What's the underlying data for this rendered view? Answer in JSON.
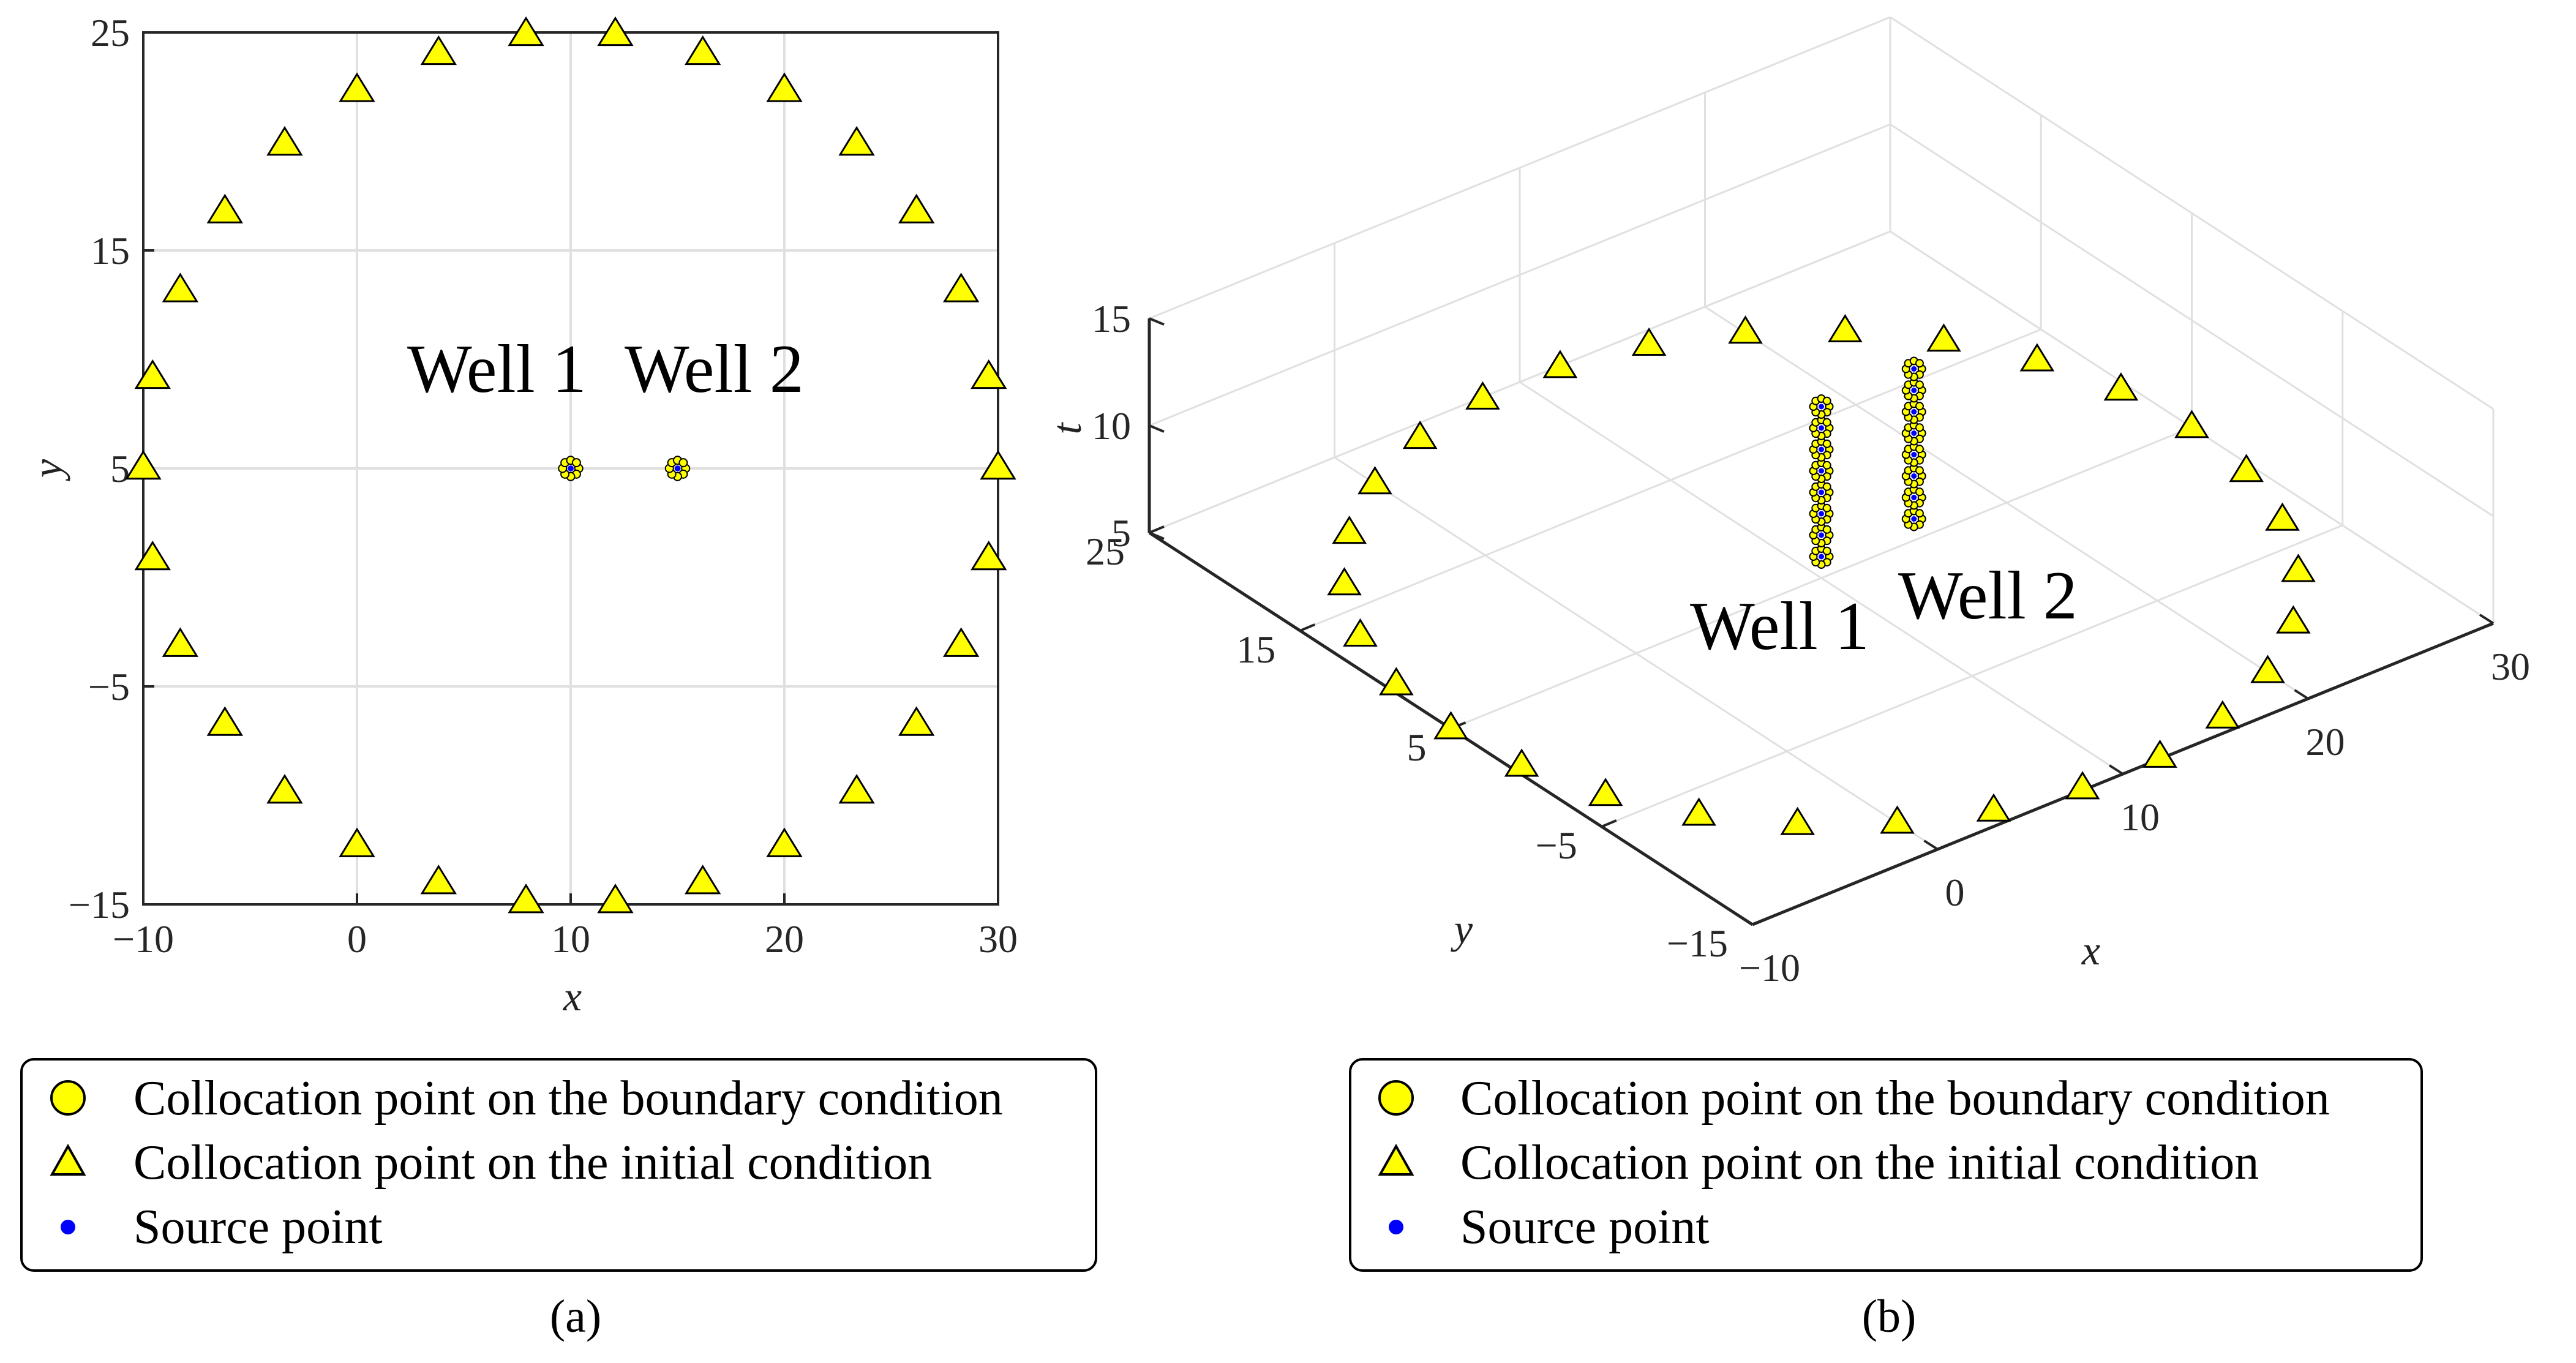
{
  "figure": {
    "panel_a_caption": "(a)",
    "panel_b_caption": "(b)",
    "colors": {
      "marker_yellow": "#ffff00",
      "source_blue": "#0000ff",
      "axis": "#262626",
      "grid": "#e0e0e0"
    }
  },
  "chart_data": [
    {
      "type": "scatter",
      "panel": "a",
      "xlabel": "x",
      "ylabel": "y",
      "xlim": [
        -10,
        30
      ],
      "ylim": [
        -15,
        25
      ],
      "xticks": [
        -10,
        0,
        10,
        20,
        30
      ],
      "yticks": [
        -15,
        -5,
        5,
        15,
        25
      ],
      "grid": true,
      "annotations": [
        {
          "text": "Well 1",
          "x": 3.6,
          "y": 9.6
        },
        {
          "text": "Well 2",
          "x": 13.6,
          "y": 9.6
        }
      ],
      "wells": [
        {
          "x": 10,
          "y": 5
        },
        {
          "x": 15,
          "y": 5
        }
      ],
      "well_ring_radius": 0.4,
      "series": [
        {
          "name": "Collocation point on the initial condition",
          "marker": "triangle",
          "center": [
            10,
            5
          ],
          "radius": 20,
          "count": 30
        },
        {
          "name": "Collocation point on the boundary condition",
          "marker": "circle",
          "source": "rings around each well"
        },
        {
          "name": "Source point",
          "marker": "dot",
          "source": "center of each well"
        }
      ],
      "legend": [
        {
          "marker": "circle",
          "label": "Collocation point on the boundary condition"
        },
        {
          "marker": "triangle",
          "label": "Collocation point on the initial condition"
        },
        {
          "marker": "dot",
          "label": "Source point"
        }
      ]
    },
    {
      "type": "scatter3d",
      "panel": "b",
      "xlabel": "x",
      "ylabel": "y",
      "zlabel": "t",
      "xlim": [
        -10,
        30
      ],
      "ylim": [
        -15,
        25
      ],
      "zlim": [
        5,
        15
      ],
      "xticks": [
        -10,
        0,
        10,
        20,
        30
      ],
      "yticks": [
        -15,
        -5,
        5,
        15,
        25
      ],
      "zticks": [
        5,
        10,
        15
      ],
      "grid": true,
      "annotations": [
        {
          "text": "Well 1",
          "x": 10,
          "y": 5
        },
        {
          "text": "Well 2",
          "x": 15,
          "y": 5
        }
      ],
      "wells": [
        {
          "x": 10,
          "y": 5
        },
        {
          "x": 15,
          "y": 5
        }
      ],
      "well_t_levels": [
        6,
        7,
        8,
        9,
        10,
        11,
        12,
        13
      ],
      "well_ring_radius": 0.4,
      "series": [
        {
          "name": "Collocation point on the initial condition",
          "marker": "triangle",
          "center": [
            10,
            5
          ],
          "radius": 20,
          "count": 30,
          "t": 5
        },
        {
          "name": "Collocation point on the boundary condition",
          "marker": "circle"
        },
        {
          "name": "Source point",
          "marker": "dot"
        }
      ],
      "legend": [
        {
          "marker": "circle",
          "label": "Collocation point on the boundary condition"
        },
        {
          "marker": "triangle",
          "label": "Collocation point on the initial condition"
        },
        {
          "marker": "dot",
          "label": "Source point"
        }
      ]
    }
  ]
}
